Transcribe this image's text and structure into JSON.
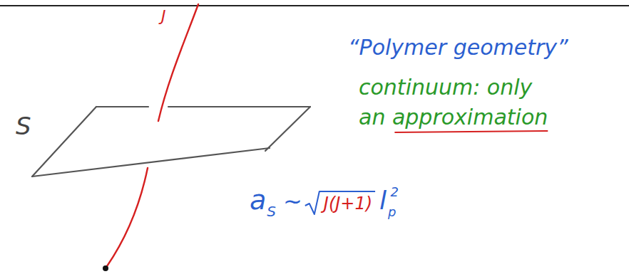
{
  "diagram": {
    "labels": [
      "J",
      "S",
      "“Polymer geometry”",
      "continuum: only",
      "an approximation",
      "a",
      "S",
      "~",
      "J(J+1)",
      "l",
      "p",
      "2"
    ]
  }
}
